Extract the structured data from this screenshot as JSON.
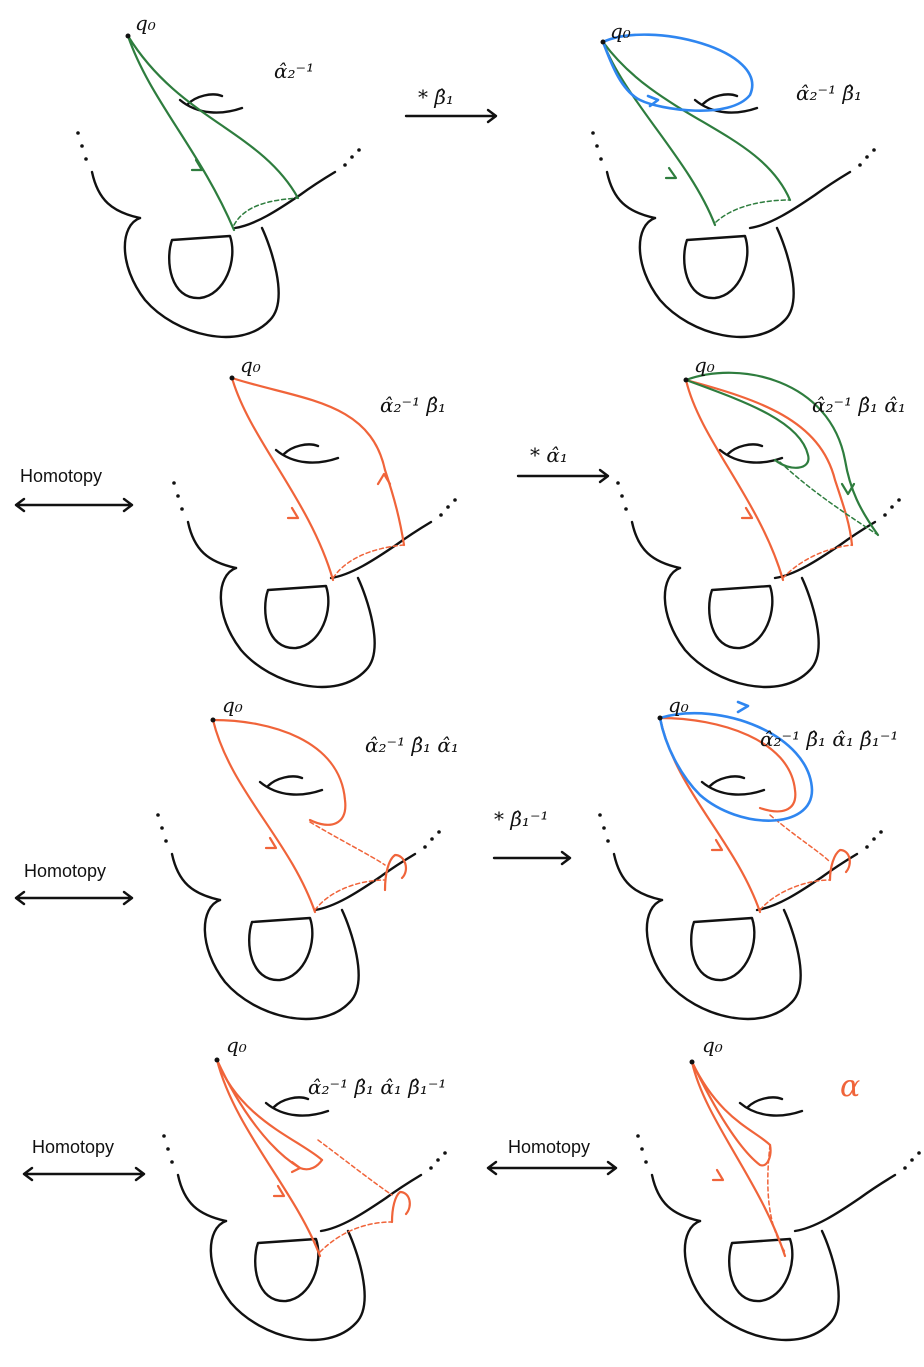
{
  "basepoint_label": "q₀",
  "panels": [
    {
      "id": "p1",
      "word": "α̂₂⁻¹"
    },
    {
      "id": "p2",
      "word": "α̂₂⁻¹ β̂₁"
    },
    {
      "id": "p3",
      "word": "α̂₂⁻¹ β̂₁"
    },
    {
      "id": "p4",
      "word": "α̂₂⁻¹ β̂₁ α̂₁"
    },
    {
      "id": "p5",
      "word": "α̂₂⁻¹ β̂₁ α̂₁"
    },
    {
      "id": "p6",
      "word": "α̂₂⁻¹ β̂₁ α̂₁ β̂₁⁻¹"
    },
    {
      "id": "p7",
      "word": "α̂₂⁻¹ β̂₁ α̂₁ β̂₁⁻¹"
    },
    {
      "id": "p8",
      "word": "α"
    }
  ],
  "operations": [
    {
      "id": "op1",
      "label": "* β̂₁"
    },
    {
      "id": "op2",
      "label": "* α̂₁"
    },
    {
      "id": "op3",
      "label": "* β̂₁⁻¹"
    }
  ],
  "homotopy_label": "Homotopy",
  "colors": {
    "ink": "#111111",
    "green": "#2e7d3e",
    "orange": "#f0643a",
    "blue": "#2f86f0"
  }
}
